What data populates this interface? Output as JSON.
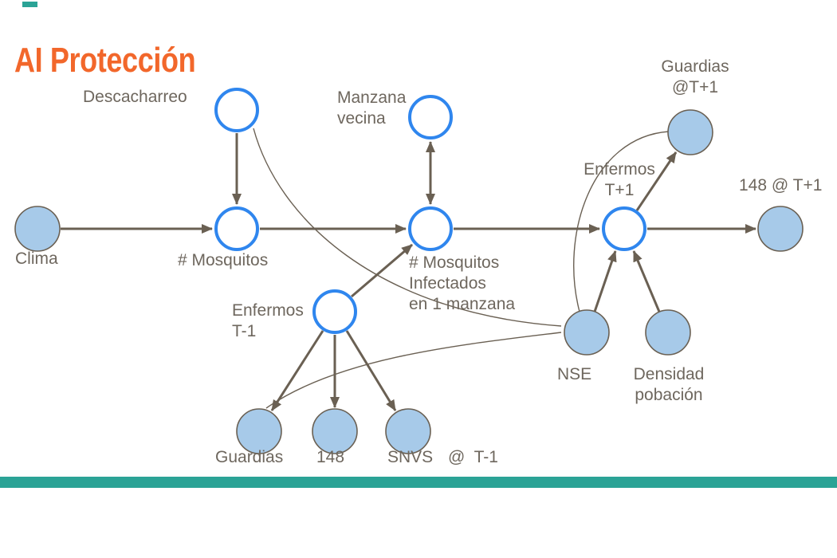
{
  "page": {
    "title": "AI Protección",
    "colors": {
      "title": "#f2672b",
      "accent_bar": "#2ba396",
      "background": "#ffffff"
    }
  },
  "diagram": {
    "colors": {
      "node_fill": "#a7cae9",
      "node_ring": "#2f86ee",
      "edge": "#6a6053",
      "label": "#6e675e"
    },
    "labels": {
      "descacharreo": "Descacharreo",
      "manzana_vecina": "Manzana\nvecina",
      "clima": "Clima",
      "mosquitos": "# Mosquitos",
      "mosquitos_infectados": "# Mosquitos\nInfectados\nen 1 manzana",
      "enfermos_t_plus_1": "Enfermos\nT+1",
      "guardias_t_plus_1": "Guardias\n@T+1",
      "linea_148_t_plus_1": "148 @ T+1",
      "enfermos_t_minus_1": "Enfermos\nT-1",
      "nse": "NSE",
      "densidad_pobacion": "Densidad\npobación",
      "guardias_t_minus_1": "Guardias",
      "linea_148_t_minus_1": "148",
      "snvs": "SNVS",
      "at_t_minus_1": "@  T-1"
    }
  }
}
